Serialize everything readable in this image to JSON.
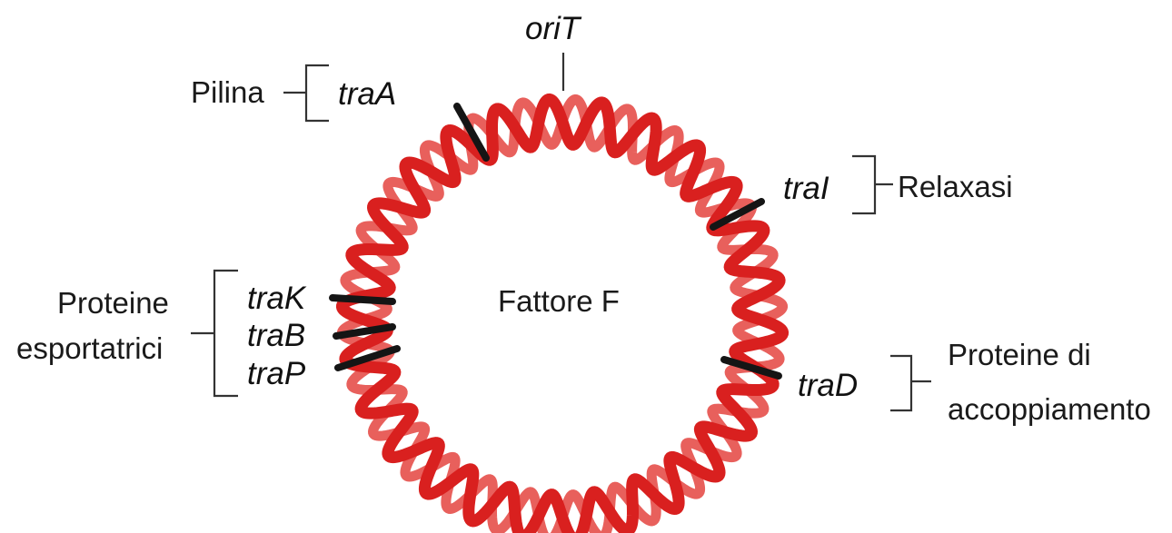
{
  "plasmid": {
    "name": "Fattore F",
    "origin": "oriT"
  },
  "genes": [
    {
      "id": "traA",
      "label": "traA",
      "function": "Pilina"
    },
    {
      "id": "traI",
      "label": "traI",
      "function": "Relaxasi"
    },
    {
      "id": "traD",
      "label": "traD",
      "function_lines": [
        "Proteine di",
        "accoppiamento"
      ]
    },
    {
      "id": "traK",
      "label": "traK"
    },
    {
      "id": "traB",
      "label": "traB"
    },
    {
      "id": "traP",
      "label": "traP"
    }
  ],
  "group": {
    "function_lines": [
      "Proteine",
      "esportatrici"
    ]
  },
  "colors": {
    "dna_strand_front": "#d9201f",
    "dna_strand_back": "#e8605c",
    "gene_marker": "#151515",
    "text": "#1a1a1a",
    "background": "#ffffff"
  }
}
